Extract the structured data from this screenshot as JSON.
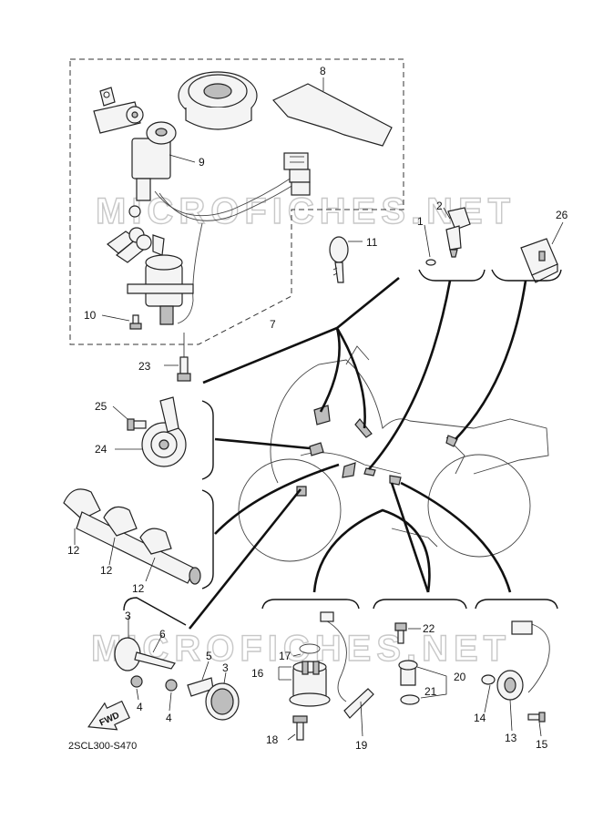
{
  "watermark": "MICROFICHES.NET",
  "diagram_code": "2SCL300-S470",
  "fwd_label": "FWD",
  "callouts": {
    "c1": "1",
    "c2": "2",
    "c3a": "3",
    "c3b": "3",
    "c4a": "4",
    "c4b": "4",
    "c5": "5",
    "c6": "6",
    "c7": "7",
    "c8": "8",
    "c9": "9",
    "c10": "10",
    "c11": "11",
    "c12a": "12",
    "c12b": "12",
    "c12c": "12",
    "c13": "13",
    "c14": "14",
    "c15": "15",
    "c16": "16",
    "c17": "17",
    "c18": "18",
    "c19": "19",
    "c20": "20",
    "c21": "21",
    "c22": "22",
    "c23": "23",
    "c24": "24",
    "c25": "25",
    "c26": "26"
  }
}
